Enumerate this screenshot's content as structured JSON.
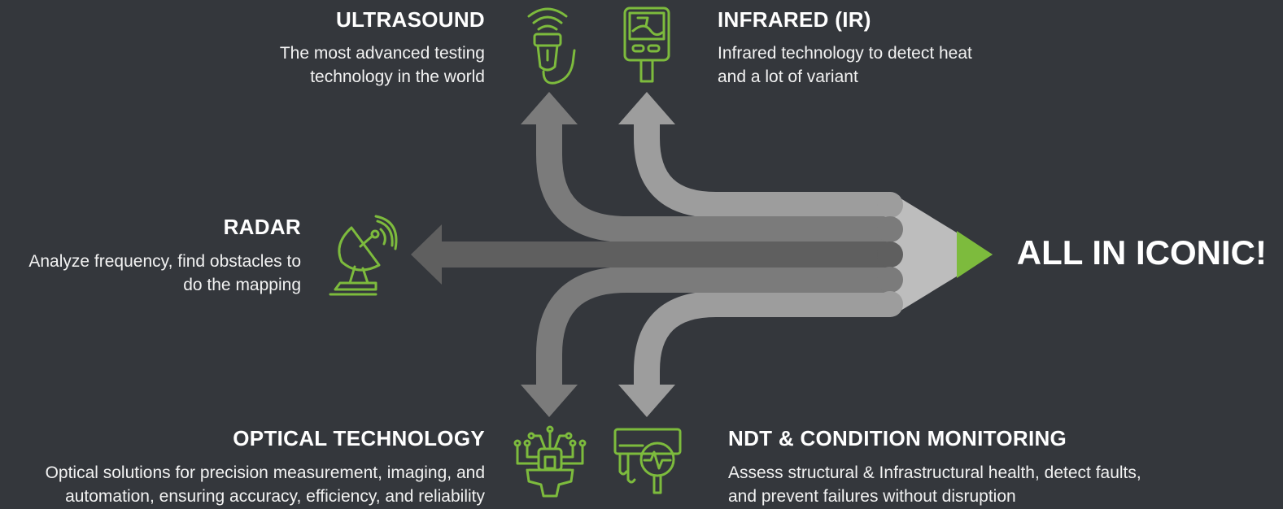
{
  "colors": {
    "background": "#34373c",
    "accent": "#7dbb3d",
    "arrow_dark": "#5f5f5f",
    "arrow_mid": "#7b7b7b",
    "arrow_light": "#9a9a9a",
    "pencil_tip": "#bdbdbd"
  },
  "hub": {
    "title": "ALL IN ICONIC!"
  },
  "items": [
    {
      "title": "ULTRASOUND",
      "desc1": "The most advanced testing",
      "desc2": "technology in the world",
      "icon": "ultrasound-probe-icon"
    },
    {
      "title": "INFRARED (IR)",
      "desc1": "Infrared technology to detect heat",
      "desc2": "and a lot of variant",
      "icon": "infrared-thermometer-icon"
    },
    {
      "title": "RADAR",
      "desc1": "Analyze frequency, find obstacles to",
      "desc2": "do the mapping",
      "icon": "radar-dish-icon"
    },
    {
      "title": "OPTICAL TECHNOLOGY",
      "desc1": "Optical solutions for precision measurement, imaging, and",
      "desc2": "automation, ensuring accuracy, efficiency, and reliability",
      "icon": "optical-fiber-gear-icon"
    },
    {
      "title": "NDT & CONDITION MONITORING",
      "desc1": "Assess structural & Infrastructural health, detect faults,",
      "desc2": "and prevent failures without disruption",
      "icon": "condition-monitor-icon"
    }
  ]
}
